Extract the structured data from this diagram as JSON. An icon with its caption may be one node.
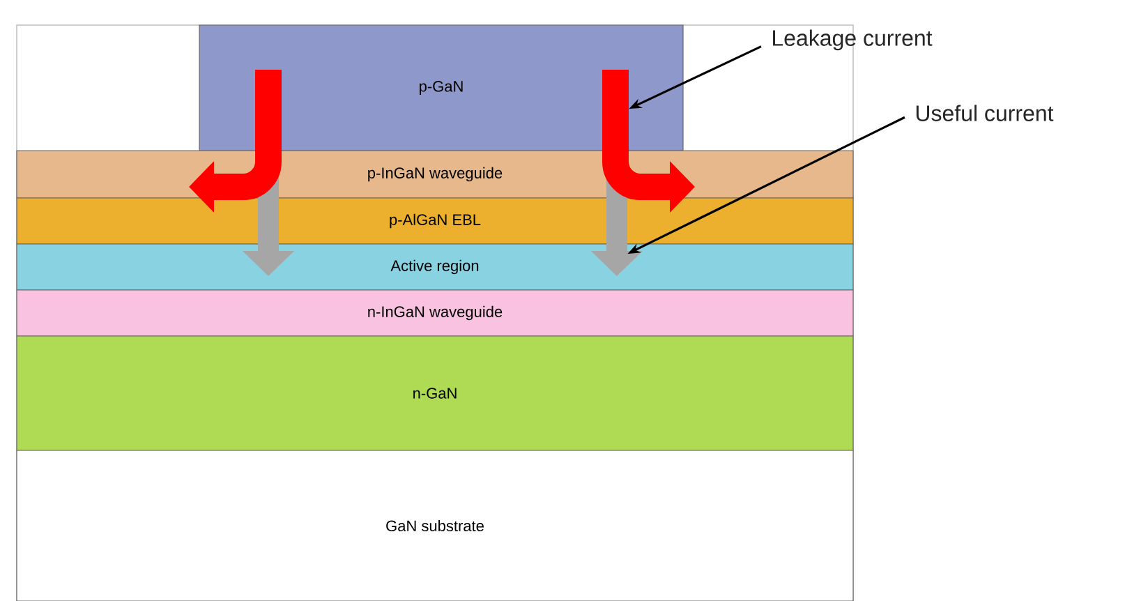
{
  "diagram": {
    "nodes": [
      {
        "text": [
          "p-GaN"
        ]
      },
      {
        "text": [
          "p-InGaN waveguide"
        ]
      },
      {
        "text": [
          "p-AlGaN EBL"
        ]
      },
      {
        "text": [
          "Active region"
        ]
      },
      {
        "text": [
          "n-InGaN waveguide"
        ]
      },
      {
        "text": [
          "n-GaN"
        ]
      },
      {
        "text": [
          "GaN substrate"
        ]
      },
      {
        "text": [
          "Leakage current"
        ]
      },
      {
        "text": [
          "Useful current"
        ]
      },
      {
        "text": [],
        "shape": "arrow"
      },
      {
        "text": [],
        "shape": "arrow"
      },
      {
        "text": [],
        "shape": "arrow"
      },
      {
        "text": [],
        "shape": "arrow"
      }
    ],
    "edges": [
      {
        "from": 7,
        "to": 11,
        "arrow": "to"
      },
      {
        "from": 8,
        "to": 12,
        "arrow": "to"
      }
    ]
  }
}
